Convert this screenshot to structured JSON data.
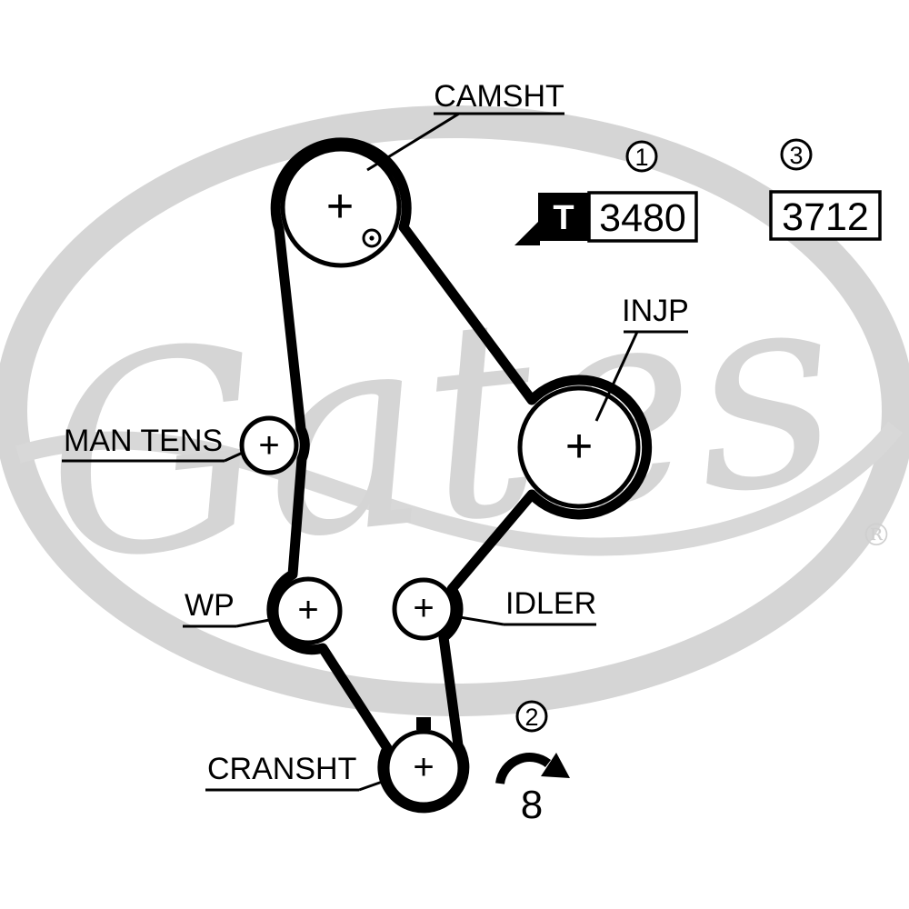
{
  "diagram": {
    "labels": {
      "camshaft": "CAMSHT",
      "injection_pump": "INJP",
      "manual_tensioner": "MAN TENS",
      "water_pump": "WP",
      "idler": "IDLER",
      "crankshaft": "CRANSHT"
    },
    "glyphs": {
      "plus": "+"
    },
    "callouts": {
      "c1": {
        "number": "1",
        "badge": "T",
        "part_number": "3480"
      },
      "c2": {
        "number": "2",
        "tooth_count": "8"
      },
      "c3": {
        "number": "3",
        "part_number": "3712"
      }
    },
    "watermark": {
      "brand": "Gates",
      "registered": "®"
    },
    "colors": {
      "belt": "#000000",
      "label_text": "#000000",
      "watermark": "#d5d5d5",
      "background": "#ffffff"
    }
  }
}
